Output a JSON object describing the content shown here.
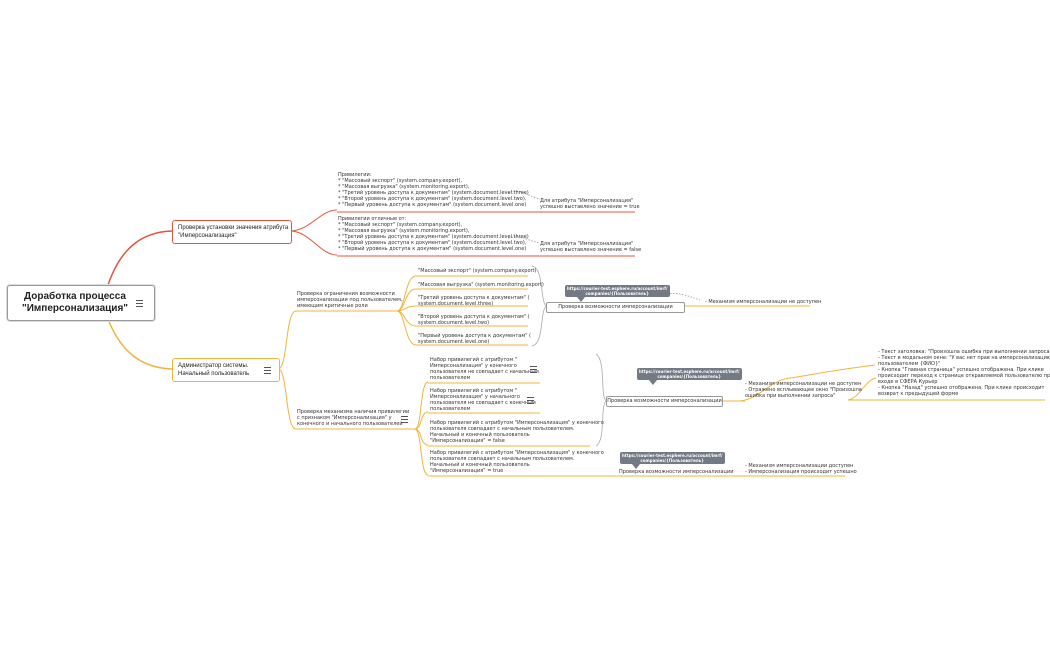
{
  "root": {
    "label": "Доработка процесса\n\"Имперсонализация\""
  },
  "branch1": {
    "label": "Проверка установки значения атрибута\n\"Имперсонализация\"",
    "group1": "Привилегии:\n* \"Массовый экспорт\" (system.company.export),\n* \"Массовая выгрузка\" (system.monitoring.export),\n* \"Третий уровень доступа к документам\" (system.document.level.three)\n* \"Второй уровень доступа к документам\" (system.document.level.two),\n* \"Первый уровень доступа к документам\" (system.document.level.one)",
    "result1": "Для атрибута \"Имперсонализация\"\nуспешно выставлено значение = true",
    "group2": "Привилегии отличные от:\n* \"Массовый экспорт\" (system.company.export),\n* \"Массовая выгрузка\" (system.monitoring.export),\n* \"Третий уровень доступа к документам\" (system.document.level.three)\n* \"Второй уровень доступа к документам\" (system.document.level.two),\n* \"Первый уровень доступа к документам\" (system.document.level.one)",
    "result2": "Для атрибута \"Имперсонализация\"\nуспешно выставлено значение = false"
  },
  "branch2": {
    "label": "Администратор системы.\nНачальный пользователь",
    "sub1": {
      "label": "Проверка ограничения возможности\nимперсонализации под пользователем,\nимеющим критичные роли",
      "items": [
        "\"Массовый экспорт\" (system.company.export)",
        "\"Массовая выгрузка\" (system.monitoring.export)",
        "\"Третий уровень доступа к документам\" (\nsystem.document.level.three)",
        "\"Второй уровень доступа к документам\" (\nsystem.document.level.two)",
        "\"Первый уровень доступа к документам\" (\nsystem.document.level.one)"
      ],
      "check": "Проверка возможности имперсонализации",
      "url": "https://courier-test.esphere.ru/account/imrf/\ncompanies/{Пользователь}",
      "result": "- Механизм имперсонализации не доступен"
    },
    "sub2": {
      "label": "Проверка механизма наличия привилегии\nс признаком \"Имперсонализация\" у\nконечного и начального пользователей",
      "items": [
        "Набор привилегий с атрибутом \"\nИмперсонализация\" у конечного\nпользователя не совпадает с начальным\nпользователем",
        "Набор привилегий с атрибутом \"\nИмперсонализация\" у начального\nпользователя не совпадает с конечным\nпользователем",
        "Набор привилегий с атрибутом \"Имперсонализация\" у конечного\nпользователя совпадает с начальным пользователем.\nНачальный и конечный пользователь\n\"Имперсонализация\" = false",
        "Набор привилегий с атрибутом \"Имперсонализация\" у конечного\nпользователя совпадает с начальным пользователем.\nНачальный и конечный пользователь\n\"Имперсонализация\" = true"
      ],
      "check1": "Проверка возможности имперсонализации",
      "url1": "https://courier-test.esphere.ru/account/imrf/\ncompanies/{Пользователь}",
      "result1": "- Механизм имперсонализации не доступен\n- Отражено всплывающее окно \"Произошла\nошибка при выполнении запроса\"",
      "detail": "- Текст заголовка: \"Произошла ошибка при выполнении запроса\"\n- Текст в модальном окне: \"У вас нет прав на имперсонализацию под\nпользователем {ФИО}\"\n- Кнопка \"Главная страница\" успешно отображена. При клике\nпроисходит переход к странице откравляемой пользователю при\nвходе в СФЕРА Курьер\n- Кнопка \"Назад\" успешно отображена. При клике происходит\nвозврат к предыдущей форме",
      "check2": "Проверка возможности имперсонализации",
      "url2": "https://courier-test.esphere.ru/account/imrf/\ncompanies/{Пользователь}",
      "result2": "- Механизм имперсонализации доступен\n- Имперсонализация происходит успешно"
    }
  },
  "colors": {
    "branch1": "#e0553f",
    "branch2": "#f0b43a",
    "link": "#b0b0b0"
  }
}
